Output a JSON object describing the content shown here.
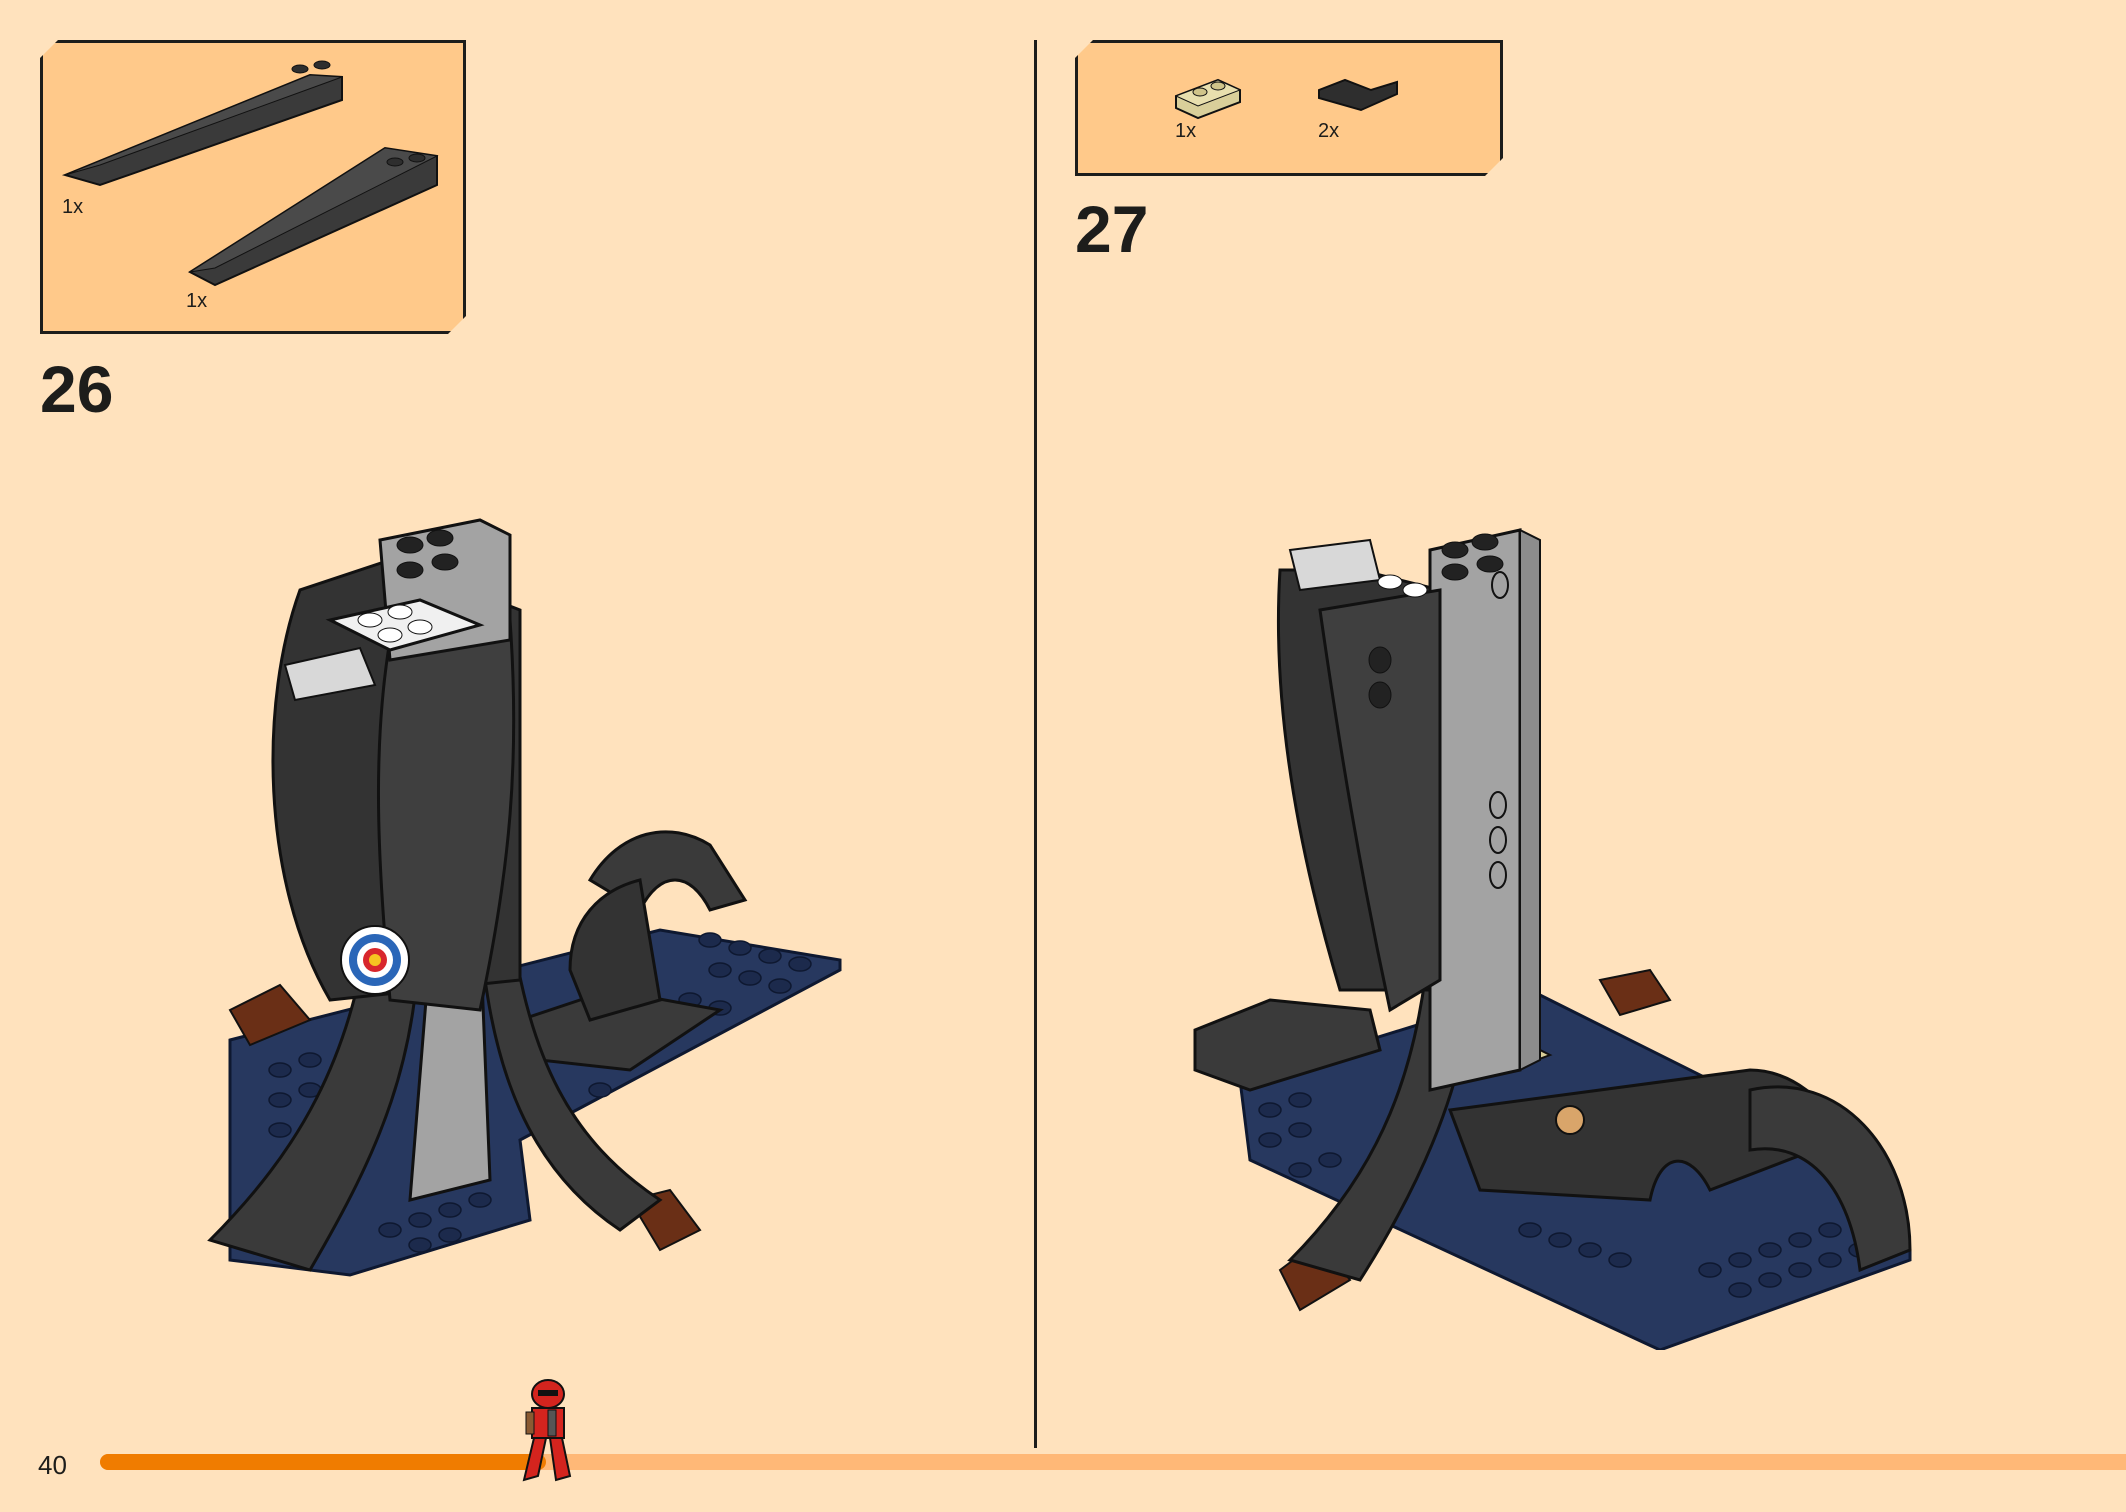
{
  "page": {
    "number": "40",
    "progress_percent": 22
  },
  "steps": [
    {
      "number": "26",
      "parts": [
        {
          "qty": "1x",
          "icon": "black-wedge-long-part"
        },
        {
          "qty": "1x",
          "icon": "black-wedge-long-part"
        }
      ]
    },
    {
      "number": "27",
      "parts": [
        {
          "qty": "1x",
          "icon": "tan-plate-1x2-part"
        },
        {
          "qty": "2x",
          "icon": "black-corner-plate-part"
        }
      ]
    }
  ],
  "colors": {
    "background": "#ffe2bd",
    "parts_box": "#ffc98a",
    "progress_done": "#f07c00",
    "progress_remaining": "#ffb877",
    "brick_black": "#3a3a3a",
    "brick_blue": "#27385f",
    "brick_grey": "#a3a3a3",
    "brick_brown": "#6a2f16"
  }
}
